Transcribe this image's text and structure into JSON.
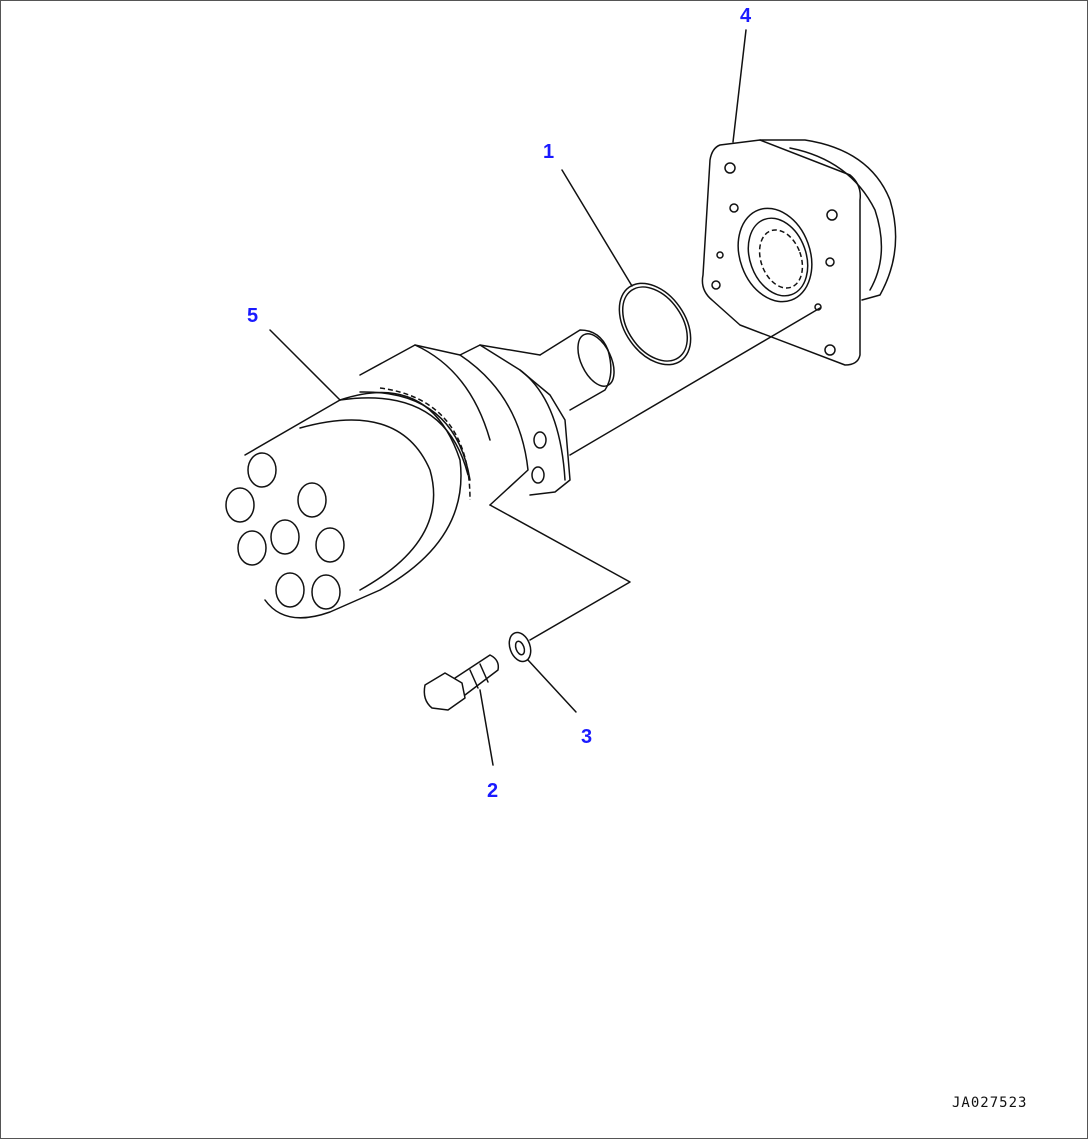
{
  "diagram": {
    "callouts": [
      {
        "id": "1",
        "label": "1"
      },
      {
        "id": "2",
        "label": "2"
      },
      {
        "id": "3",
        "label": "3"
      },
      {
        "id": "4",
        "label": "4"
      },
      {
        "id": "5",
        "label": "5"
      }
    ],
    "drawing_code": "JA027523"
  }
}
